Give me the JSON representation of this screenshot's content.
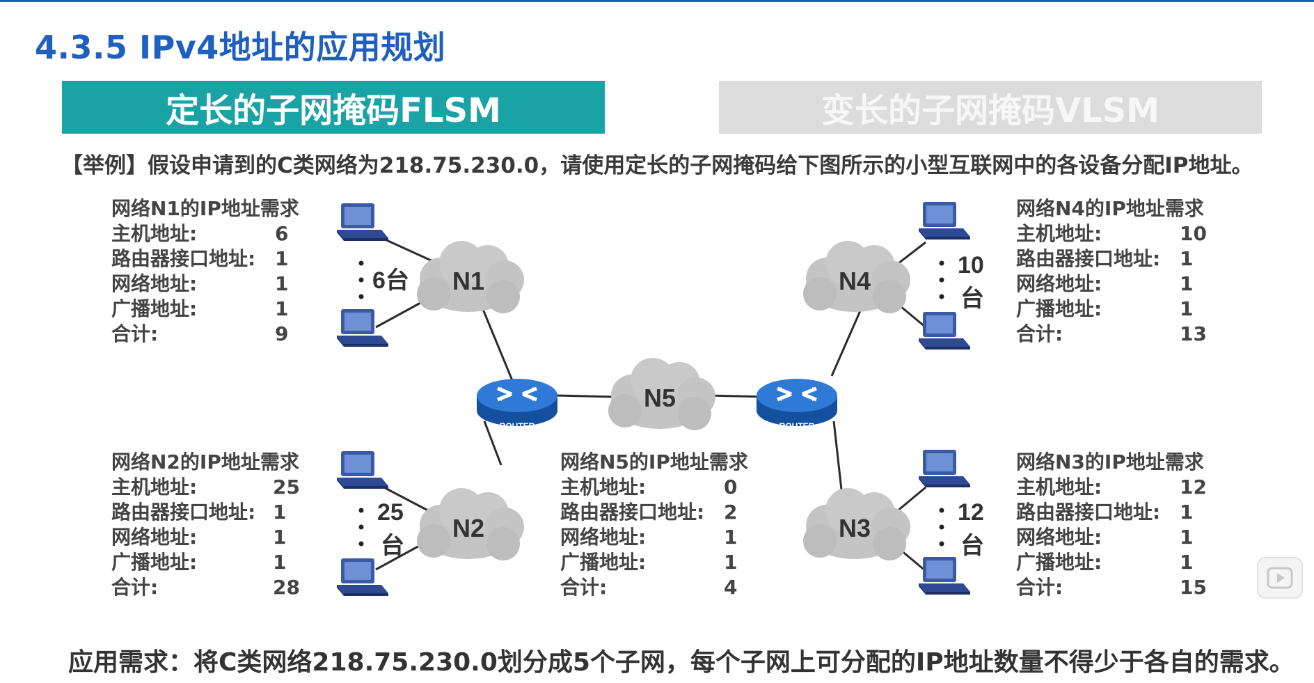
{
  "title": "4.3.5 IPv4地址的应用规划",
  "tabs": [
    {
      "label": "定长的子网掩码FLSM"
    },
    {
      "label": "变长的子网掩码VLSM"
    }
  ],
  "example_text": "【举例】假设申请到的C类网络为218.75.230.0，请使用定长的子网掩码给下图所示的小型互联网中的各设备分配IP地址。",
  "requirements": {
    "n1": {
      "title": "网络N1的IP地址需求",
      "rows": [
        {
          "label": "主机地址:",
          "value": "6"
        },
        {
          "label": "路由器接口地址:",
          "value": "1"
        },
        {
          "label": "网络地址:",
          "value": "1"
        },
        {
          "label": "广播地址:",
          "value": "1"
        },
        {
          "label": "合计:",
          "value": "9"
        }
      ]
    },
    "n2": {
      "title": "网络N2的IP地址需求",
      "rows": [
        {
          "label": "主机地址:",
          "value": "25"
        },
        {
          "label": "路由器接口地址:",
          "value": "1"
        },
        {
          "label": "网络地址:",
          "value": "1"
        },
        {
          "label": "广播地址:",
          "value": "1"
        },
        {
          "label": "合计:",
          "value": "28"
        }
      ]
    },
    "n5": {
      "title": "网络N5的IP地址需求",
      "rows": [
        {
          "label": "主机地址:",
          "value": "0"
        },
        {
          "label": "路由器接口地址:",
          "value": "2"
        },
        {
          "label": "网络地址:",
          "value": "1"
        },
        {
          "label": "广播地址:",
          "value": "1"
        },
        {
          "label": "合计:",
          "value": "4"
        }
      ]
    },
    "n4": {
      "title": "网络N4的IP地址需求",
      "rows": [
        {
          "label": "主机地址:",
          "value": "10"
        },
        {
          "label": "路由器接口地址:",
          "value": "1"
        },
        {
          "label": "网络地址:",
          "value": "1"
        },
        {
          "label": "广播地址:",
          "value": "1"
        },
        {
          "label": "合计:",
          "value": "13"
        }
      ]
    },
    "n3": {
      "title": "网络N3的IP地址需求",
      "rows": [
        {
          "label": "主机地址:",
          "value": "12"
        },
        {
          "label": "路由器接口地址:",
          "value": "1"
        },
        {
          "label": "网络地址:",
          "value": "1"
        },
        {
          "label": "广播地址:",
          "value": "1"
        },
        {
          "label": "合计:",
          "value": "15"
        }
      ]
    }
  },
  "diagram": {
    "clouds": {
      "n1": "N1",
      "n2": "N2",
      "n3": "N3",
      "n4": "N4",
      "n5": "N5"
    },
    "host_counts": {
      "n1": "6台",
      "n2_num": "25",
      "n2_unit": "台",
      "n4_num": "10",
      "n4_unit": "台",
      "n3_num": "12",
      "n3_unit": "台"
    },
    "router_label": "ROUTER"
  },
  "bottom_text": "应用需求：将C类网络218.75.230.0划分成5个子网，每个子网上可分配的IP地址数量不得少于各自的需求。",
  "colors": {
    "title": "#1f5fbf",
    "active_tab": "#1aa3a5",
    "inactive_tab": "#dcdcdc",
    "router": "#1f67c2",
    "cloud": "#bdbdbd"
  }
}
